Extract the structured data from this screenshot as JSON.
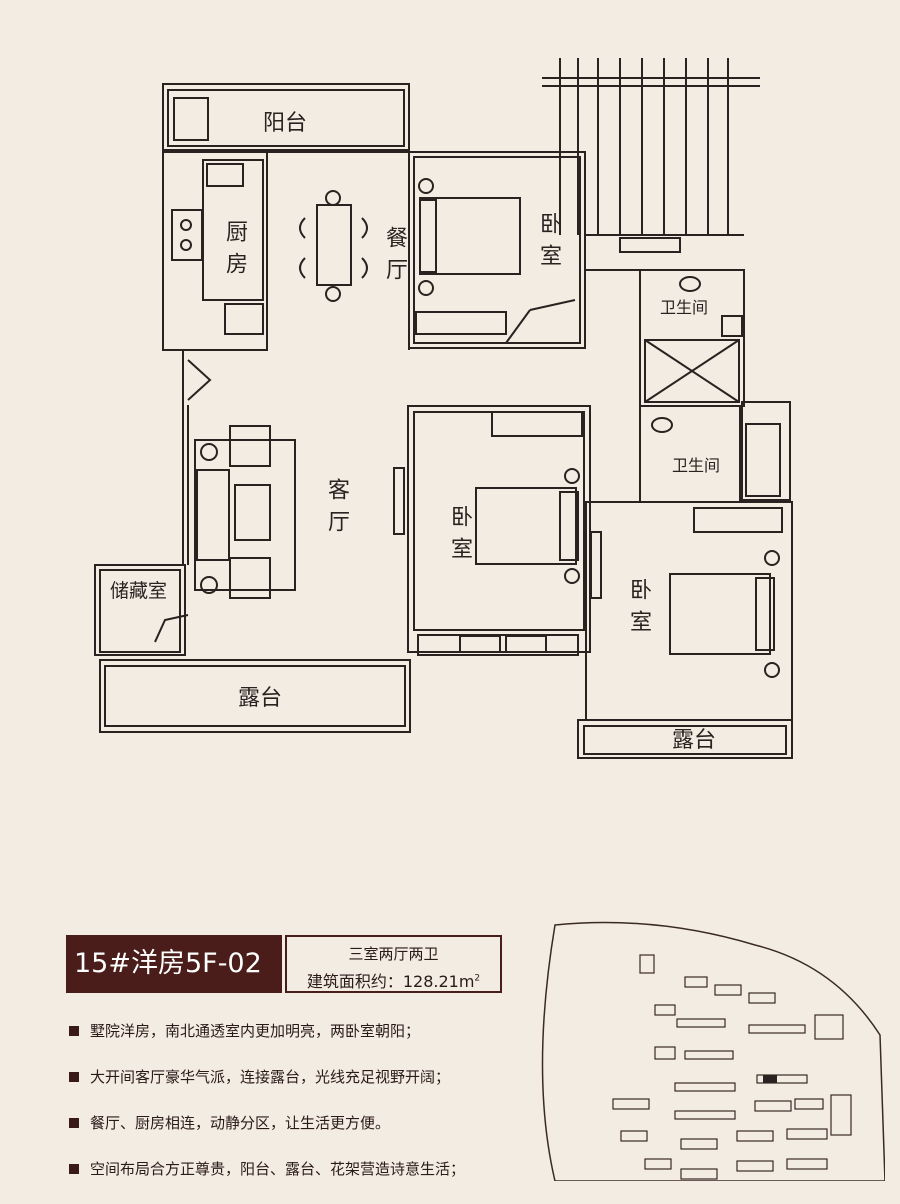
{
  "rooms": {
    "balcony": "阳台",
    "kitchen": "厨房",
    "dining": "餐厅",
    "bedroom_top": "卧室",
    "bathroom_1": "卫生间",
    "living": "客厅",
    "bedroom_mid": "卧室",
    "bathroom_2": "卫生间",
    "bedroom_right": "卧室",
    "storage": "储藏室",
    "terrace_left": "露台",
    "terrace_right": "露台"
  },
  "info": {
    "unit_title": "15#洋房5F-02",
    "layout": "三室两厅两卫",
    "area_label": "建筑面积约：128.21m",
    "area_sup": "2"
  },
  "features": [
    "墅院洋房，南北通透室内更加明亮，两卧室朝阳；",
    "大开间客厅豪华气派，连接露台，光线充足视野开阔；",
    "餐厅、厨房相连，动静分区，让生活更方便。",
    "空间布局合方正尊贵，阳台、露台、花架营造诗意生活；"
  ],
  "colors": {
    "background": "#f3ece3",
    "wall": "#2a2220",
    "title_bg": "#4a1c1a"
  }
}
